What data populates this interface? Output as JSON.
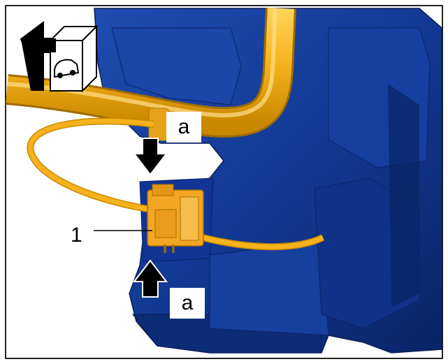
{
  "figure": {
    "labels": {
      "callout_number": "1",
      "detail_a_top": "a",
      "detail_a_bottom": "a"
    },
    "icons": {
      "direction": "vehicle-forward-direction-icon",
      "press_down": "arrow-down-icon",
      "press_up": "arrow-up-icon"
    },
    "colors": {
      "component_body": "#123a94",
      "component_dark": "#0a2366",
      "cable": "#f5b21c",
      "connector": "#f3a623",
      "frame": "#222222"
    }
  }
}
